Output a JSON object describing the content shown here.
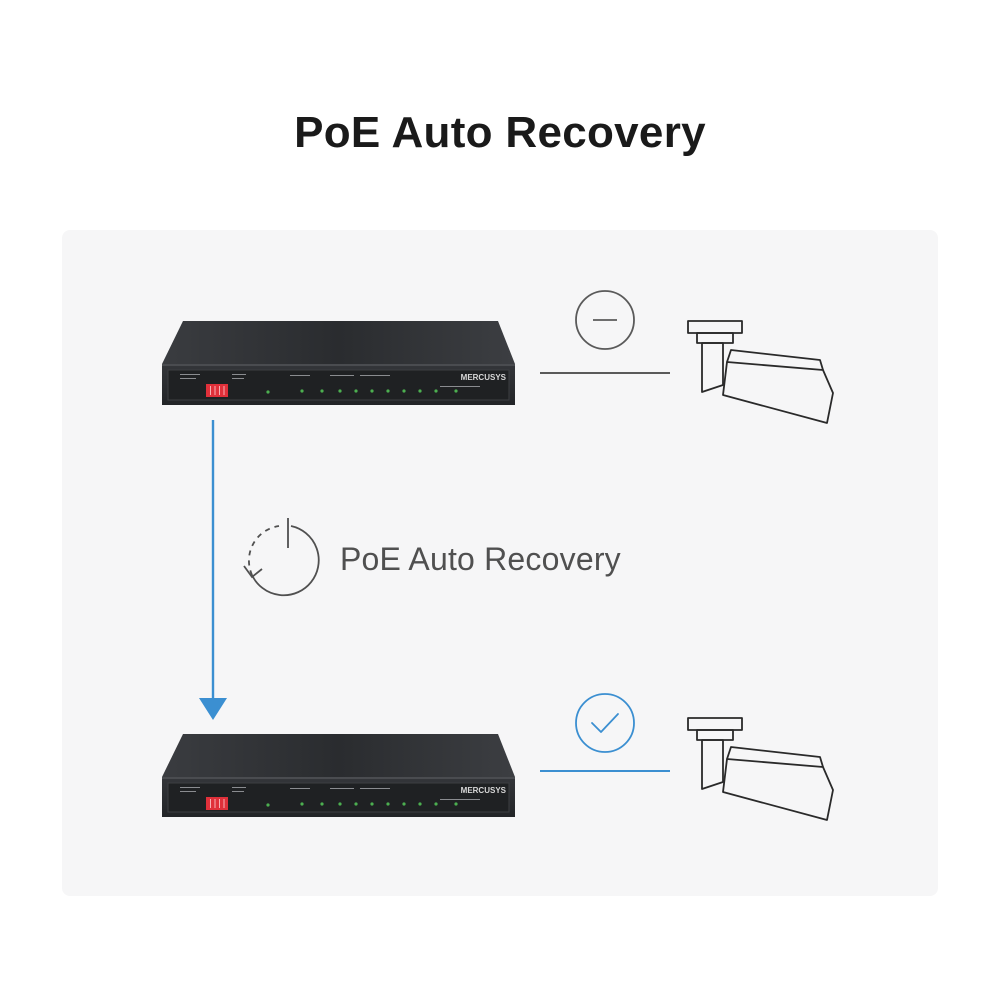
{
  "title": "PoE Auto Recovery",
  "recovery_label": "PoE Auto Recovery",
  "switch_brand": "MERCUSYS",
  "colors": {
    "panel_bg": "#f6f6f7",
    "accent_blue": "#3b8fd1",
    "gray_line": "#5a5a5a",
    "switch_body": "#2e3033",
    "led_green": "#4caf50",
    "dip_red": "#e0303a"
  },
  "icons": {
    "top_status": "minus-circle-icon",
    "bottom_status": "check-circle-icon",
    "recovery": "power-recovery-icon",
    "camera": "security-camera-icon"
  }
}
